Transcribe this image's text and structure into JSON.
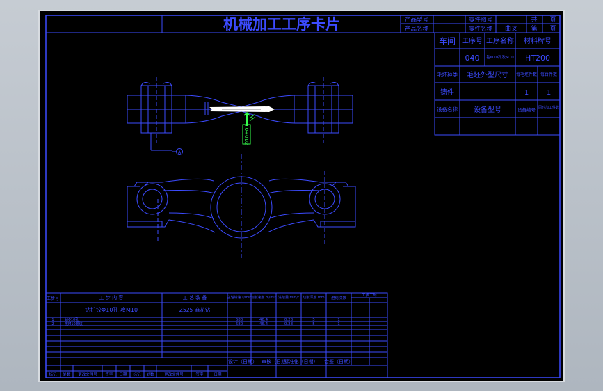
{
  "card": {
    "title": "机械加工工序卡片",
    "top_right": {
      "product_model_label": "产品型号",
      "product_name_label": "产品名称",
      "part_model_label": "零件图号",
      "part_name_label": "零件名称",
      "part_name_value": "曲叉",
      "total_label": "共",
      "page_label": "页",
      "sheet_label": "第",
      "sheet_page_label": "页"
    },
    "info": {
      "workshop_label": "车间",
      "process_no_label": "工序号",
      "process_name_label": "工序名称",
      "material_label": "材料牌号",
      "process_no_value": "040",
      "process_name_value": "钻Φ10孔及M10",
      "material_value": "HT200",
      "blank_type_label": "毛坯种类",
      "blank_size_label": "毛坯外型尺寸",
      "blank_count_label": "每毛坯件数",
      "per_unit_label": "每台件数",
      "blank_type_value": "铸件",
      "blank_count_value": "1",
      "per_unit_value": "1",
      "equipment_name_label": "设备名称",
      "equipment_model_label": "设备型号",
      "equipment_no_label": "设备编号",
      "concurrent_label": "同时加工件数"
    },
    "drawing": {
      "dim_label": "∅10±0.1",
      "datum_label": "A"
    },
    "process_table": {
      "headers": [
        "工步号",
        "工 步 内 容",
        "工 艺 装 备",
        "主轴转速 r/min",
        "切削速度 m/min",
        "进给量 mm/r",
        "切削深度 mm",
        "进给次数",
        "工步工时"
      ],
      "rows": [
        [
          "",
          "钻扩铰Φ10孔 攻M10",
          "Z525 麻花钻",
          "",
          "",
          "",
          "",
          "",
          ""
        ],
        [
          "1",
          "钻Φ10孔",
          "",
          "680",
          "46.4",
          "0.28",
          "5",
          "1",
          ""
        ],
        [
          "2",
          "攻M10螺纹",
          "",
          "680",
          "46.4",
          "0.28",
          "5",
          "1",
          ""
        ]
      ],
      "sign_row": [
        "设计（日期）",
        "审核（日期）",
        "标准化（日期）",
        "会签（日期）"
      ],
      "bottom_row": [
        "标记",
        "处数",
        "更改文件号",
        "签字",
        "日期",
        "标记",
        "处数",
        "更改文件号",
        "签字",
        "日期"
      ]
    }
  }
}
